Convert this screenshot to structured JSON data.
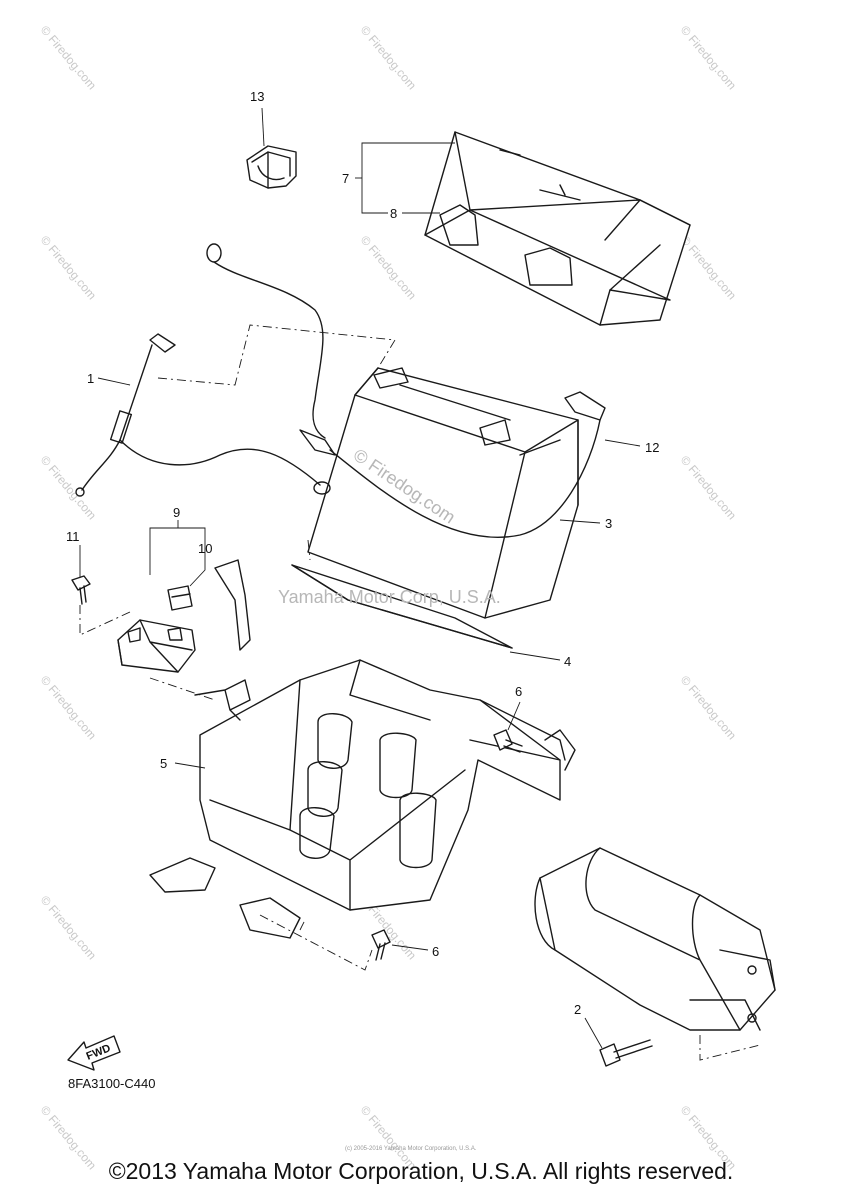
{
  "diagram": {
    "callouts": [
      "1",
      "2",
      "3",
      "4",
      "5",
      "6",
      "6",
      "7",
      "8",
      "9",
      "10",
      "11",
      "12",
      "13"
    ],
    "part_code": "8FA3100-C440",
    "fwd_label": "FWD",
    "watermark_small": "© Firedog.com",
    "watermark_center": "© Firedog.com",
    "embedded_copyright": "Yamaha Motor Corp, U.S.A.",
    "tiny_notice": "(c) 2005-2016 Yamaha Motor Corporation, U.S.A."
  },
  "footer": {
    "copyright": "©2013 Yamaha Motor Corporation, U.S.A. All rights reserved."
  }
}
